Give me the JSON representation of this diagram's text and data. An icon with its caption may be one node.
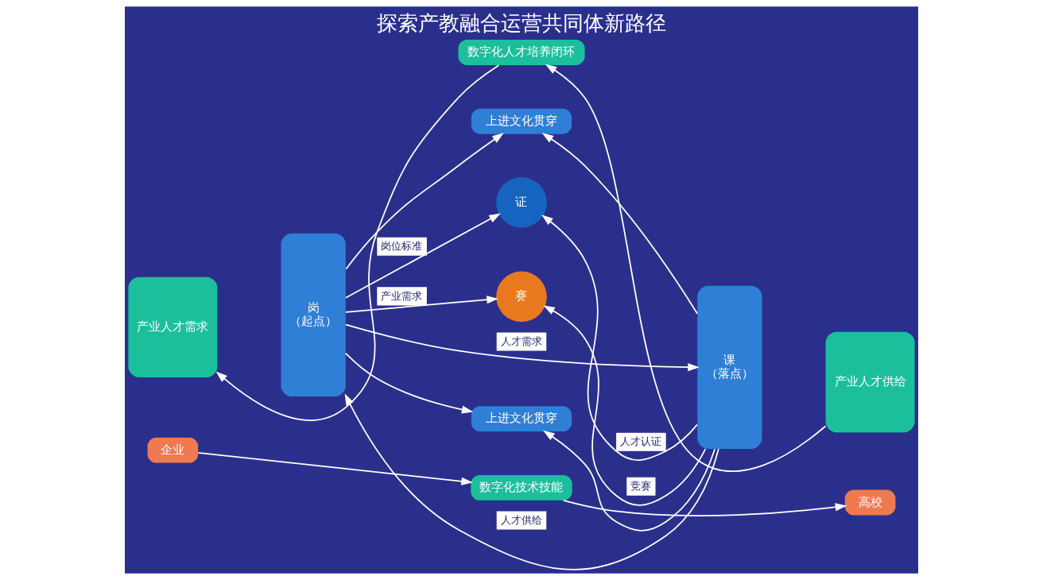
{
  "diagram": {
    "title": "探索产教融合运营共同体新路径",
    "nodes": [
      {
        "text": [
          "数字化人才培养闭环"
        ]
      },
      {
        "text": [
          "上进文化贯穿"
        ]
      },
      {
        "text": [
          "产业人才需求"
        ]
      },
      {
        "text": [
          "企业"
        ]
      },
      {
        "text": [
          "岗",
          "（起点）"
        ]
      },
      {
        "text": [
          "证"
        ]
      },
      {
        "text": [
          "赛"
        ]
      },
      {
        "text": [
          "课",
          "（落点）"
        ]
      },
      {
        "text": [
          "产业人才供给"
        ]
      },
      {
        "text": [
          "高校"
        ]
      },
      {
        "text": [
          "上进文化贯穿"
        ]
      },
      {
        "text": [
          "数字化技术技能"
        ]
      }
    ],
    "edges": [
      {
        "from": 8,
        "to": 0,
        "arrow": "to"
      },
      {
        "from": 0,
        "to": 2,
        "arrow": "to"
      },
      {
        "from": 4,
        "to": 1,
        "arrow": "to"
      },
      {
        "from": 7,
        "to": 1,
        "arrow": "to"
      },
      {
        "from": 7,
        "to": 4,
        "arrow": "to",
        "label": "人才供给"
      },
      {
        "from": 4,
        "to": 5,
        "arrow": "to",
        "label": "岗位标准"
      },
      {
        "from": 7,
        "to": 5,
        "arrow": "to",
        "label": "人才认证"
      },
      {
        "from": 4,
        "to": 6,
        "arrow": "to",
        "label": "产业需求"
      },
      {
        "from": 7,
        "to": 6,
        "arrow": "to",
        "label": "竞赛"
      },
      {
        "from": 4,
        "to": 7,
        "arrow": "to",
        "label": "人才需求"
      },
      {
        "from": 4,
        "to": 10,
        "arrow": "to"
      },
      {
        "from": 7,
        "to": 10,
        "arrow": "to"
      },
      {
        "from": 3,
        "to": 11,
        "arrow": "to"
      },
      {
        "from": 11,
        "to": 9,
        "arrow": "to"
      }
    ]
  }
}
